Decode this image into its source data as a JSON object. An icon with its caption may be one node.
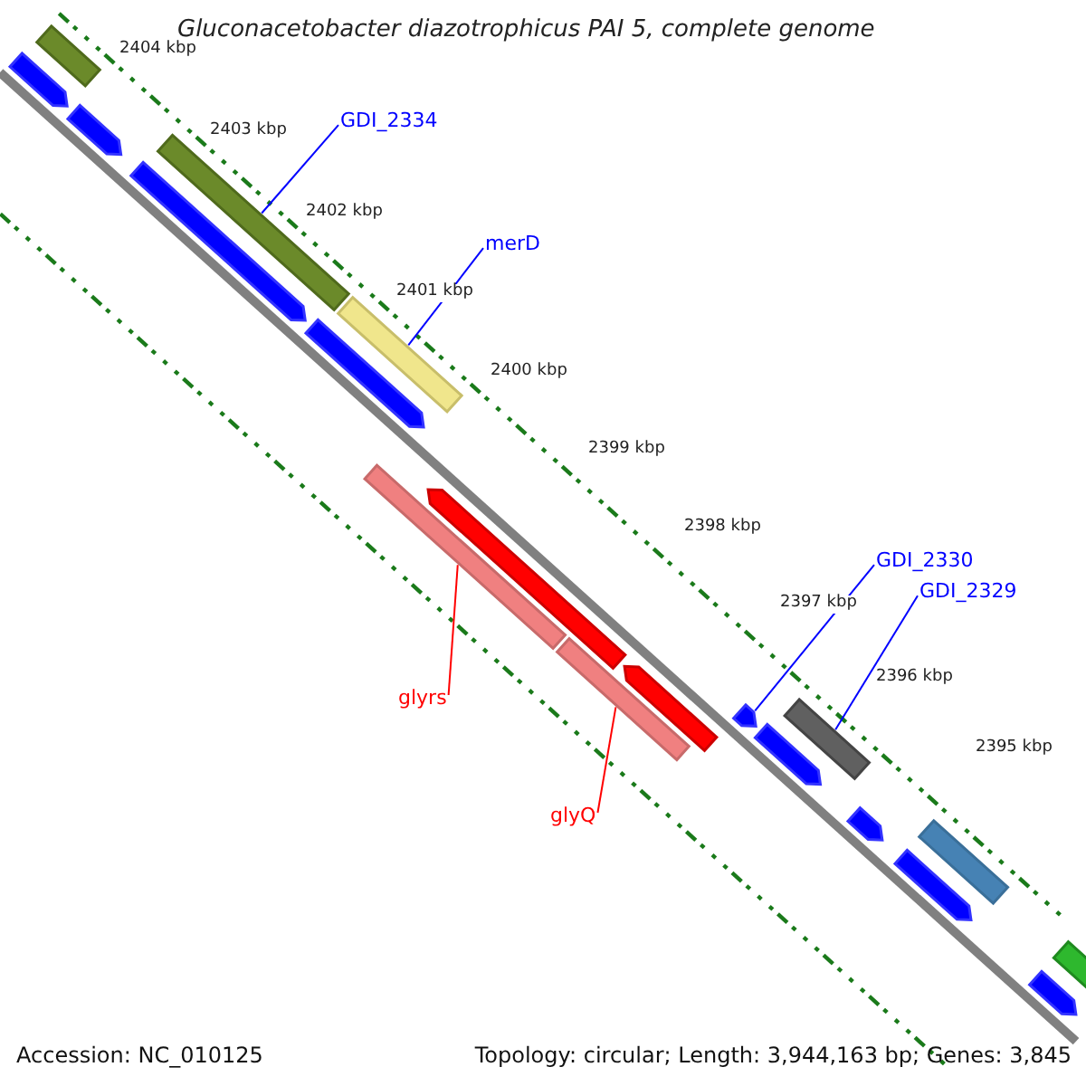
{
  "diagram": {
    "title": "Gluconacetobacter diazotrophicus PAI 5, complete genome",
    "nodes": [
      {
        "text": [
          "GDI_2334"
        ]
      },
      {
        "text": [],
        "shape": "bar"
      },
      {
        "text": [
          "merD"
        ]
      },
      {
        "text": [],
        "shape": "bar"
      },
      {
        "text": [
          "glyrs"
        ]
      },
      {
        "text": [],
        "shape": "bar"
      },
      {
        "text": [
          "glyQ"
        ]
      },
      {
        "text": [],
        "shape": "bar"
      },
      {
        "text": [
          "GDI_2330"
        ]
      },
      {
        "text": [],
        "shape": "bar"
      },
      {
        "text": [
          "GDI_2329"
        ]
      },
      {
        "text": [],
        "shape": "bar"
      },
      {
        "text": [],
        "shape": "bar"
      },
      {
        "text": [],
        "shape": "bar"
      },
      {
        "text": [],
        "shape": "bar"
      },
      {
        "text": [],
        "shape": "bar"
      },
      {
        "text": [],
        "shape": "bar"
      },
      {
        "text": [],
        "shape": "bar"
      },
      {
        "text": [],
        "shape": "bar"
      },
      {
        "text": [],
        "shape": "bar"
      },
      {
        "text": [],
        "shape": "bar"
      },
      {
        "text": [],
        "shape": "bar"
      },
      {
        "text": [],
        "shape": "bar"
      },
      {
        "text": [],
        "shape": "bar"
      },
      {
        "text": [],
        "shape": "bar"
      }
    ],
    "edges": [
      {
        "from": 0,
        "to": 1,
        "arrow": "none"
      },
      {
        "from": 2,
        "to": 3,
        "arrow": "none"
      },
      {
        "from": 4,
        "to": 5,
        "arrow": "none",
        "color": "#ff0000"
      },
      {
        "from": 6,
        "to": 7,
        "arrow": "none",
        "color": "#ff0000"
      },
      {
        "from": 8,
        "to": 9,
        "arrow": "none"
      },
      {
        "from": 10,
        "to": 11,
        "arrow": "none"
      }
    ],
    "labels": [
      "2404 kbp",
      "2403 kbp",
      "2402 kbp",
      "2401 kbp",
      "2400 kbp",
      "2399 kbp",
      "2398 kbp",
      "2397 kbp",
      "2396 kbp",
      "2395 kbp",
      "Accession: NC_010125",
      "Topology: circular; Length: 3,944,163 bp; Genes: 3,845"
    ]
  }
}
